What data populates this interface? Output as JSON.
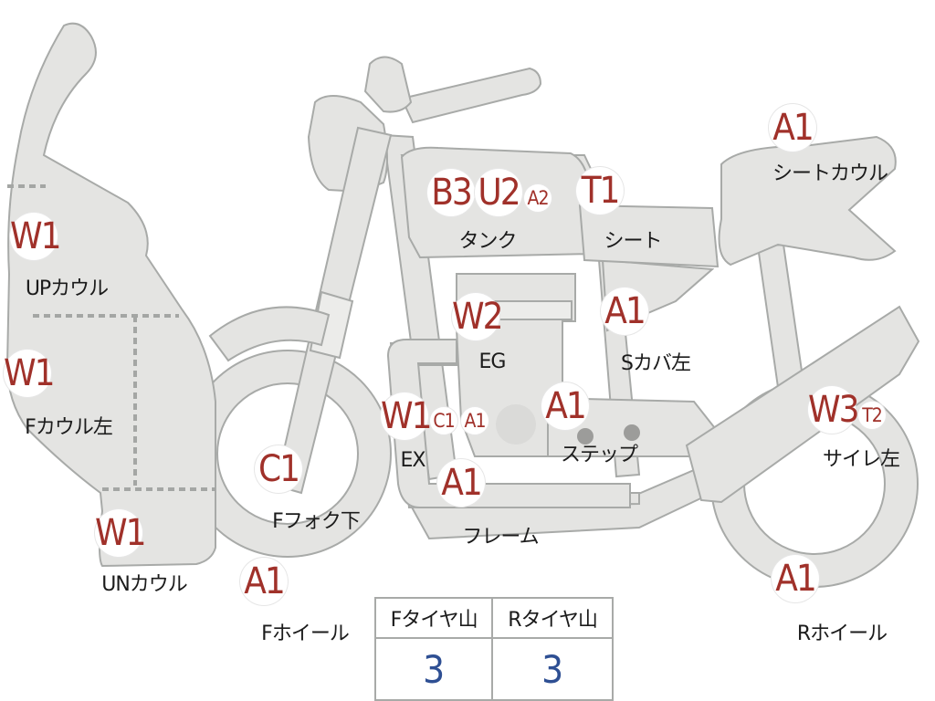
{
  "badges": {
    "seat_cowl": "A1",
    "tank_b": "B3",
    "tank_u": "U2",
    "tank_a": "A2",
    "seat": "T1",
    "up_cowl": "W1",
    "side_cover": "A1",
    "engine": "W2",
    "f_cowl": "W1",
    "exhaust_w": "W1",
    "exhaust_c": "C1",
    "exhaust_a": "A1",
    "step": "A1",
    "silencer_w": "W3",
    "silencer_t": "T2",
    "f_fork": "C1",
    "frame": "A1",
    "under_cowl": "W1",
    "f_wheel": "A1",
    "r_wheel": "A1"
  },
  "labels": {
    "seat_cowl": "シートカウル",
    "tank": "タンク",
    "seat": "シート",
    "up_cowl": "UPカウル",
    "side_cover": "Sカバ左",
    "engine": "EG",
    "f_cowl": "Fカウル左",
    "exhaust": "EX",
    "step": "ステップ",
    "silencer": "サイレ左",
    "f_fork": "Fフォク下",
    "frame": "フレーム",
    "under_cowl": "UNカウル",
    "f_wheel": "Fホイール",
    "r_wheel": "Rホイール"
  },
  "tire_table": {
    "headers": [
      "Fタイヤ山",
      "Rタイヤ山"
    ],
    "values": [
      "3",
      "3"
    ],
    "value_color": "#2e4f93"
  },
  "colors": {
    "part_fill": "#e4e4e2",
    "part_outline": "#a8aaa8",
    "badge_text": "#a0312a"
  }
}
